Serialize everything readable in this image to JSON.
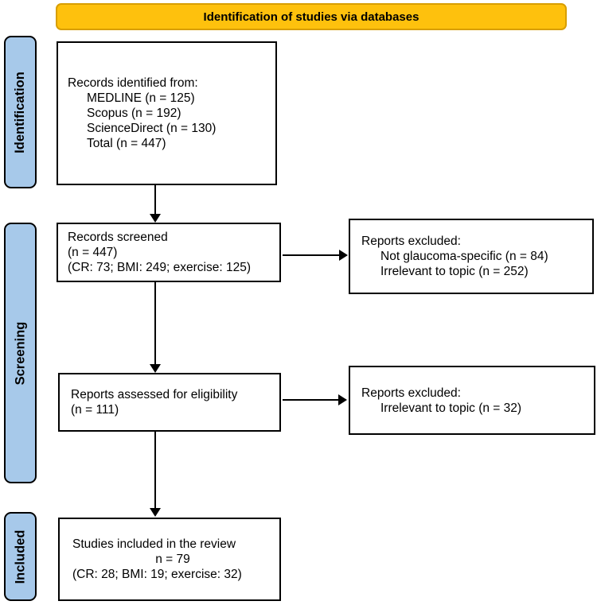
{
  "banner": {
    "label": "Identification of studies via databases"
  },
  "stages": {
    "identification": "Identification",
    "screening": "Screening",
    "included": "Included"
  },
  "boxes": {
    "records_identified": {
      "title": "Records identified from:",
      "items": [
        "MEDLINE (n = 125)",
        "Scopus (n = 192)",
        "ScienceDirect (n = 130)",
        "Total (n = 447)"
      ]
    },
    "records_screened": {
      "lines": [
        "Records screened",
        "(n = 447)",
        "(CR: 73; BMI: 249; exercise: 125)"
      ]
    },
    "reports_excluded_screening": {
      "title": "Reports excluded:",
      "items": [
        "Not glaucoma-specific (n = 84)",
        "Irrelevant to topic (n = 252)"
      ]
    },
    "reports_assessed": {
      "lines": [
        "Reports assessed for eligibility",
        "(n = 111)"
      ]
    },
    "reports_excluded_eligibility": {
      "title": "Reports excluded:",
      "items": [
        "Irrelevant to topic (n = 32)"
      ]
    },
    "studies_included": {
      "lines": [
        "Studies included in the review",
        "n = 79",
        "(CR: 28; BMI: 19; exercise: 32)"
      ]
    }
  },
  "colors": {
    "banner_fill": "#FEC10D",
    "banner_border": "#D89E00",
    "stage_fill": "#A7C9EA",
    "stage_border": "#000000",
    "box_border": "#000000",
    "arrow_color": "#000000"
  }
}
